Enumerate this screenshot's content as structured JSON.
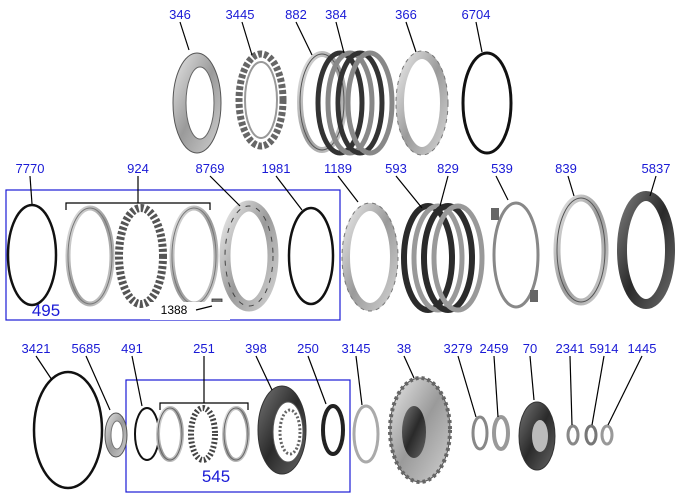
{
  "title": "",
  "parts": {
    "p346": "346",
    "p3445": "3445",
    "p882": "882",
    "p384": "384",
    "p366": "366",
    "p6704": "6704",
    "p7770": "7770",
    "p924": "924",
    "p8769": "8769",
    "p1981": "1981",
    "p1189": "1189",
    "p593": "593",
    "p829": "829",
    "p539": "539",
    "p839": "839",
    "p5837": "5837",
    "p1388": "1388",
    "p3421": "3421",
    "p5685": "5685",
    "p491": "491",
    "p251": "251",
    "p398": "398",
    "p250": "250",
    "p3145": "3145",
    "p38": "38",
    "p3279": "3279",
    "p2459": "2459",
    "p70": "70",
    "p2341": "2341",
    "p5914": "5914",
    "p1445": "1445"
  },
  "groups": {
    "g495": "495",
    "g545": "545"
  },
  "colors": {
    "label_blue": "#1a1ad6",
    "metal_light": "#c8c8c8",
    "metal_dark": "#4a4a4a"
  }
}
